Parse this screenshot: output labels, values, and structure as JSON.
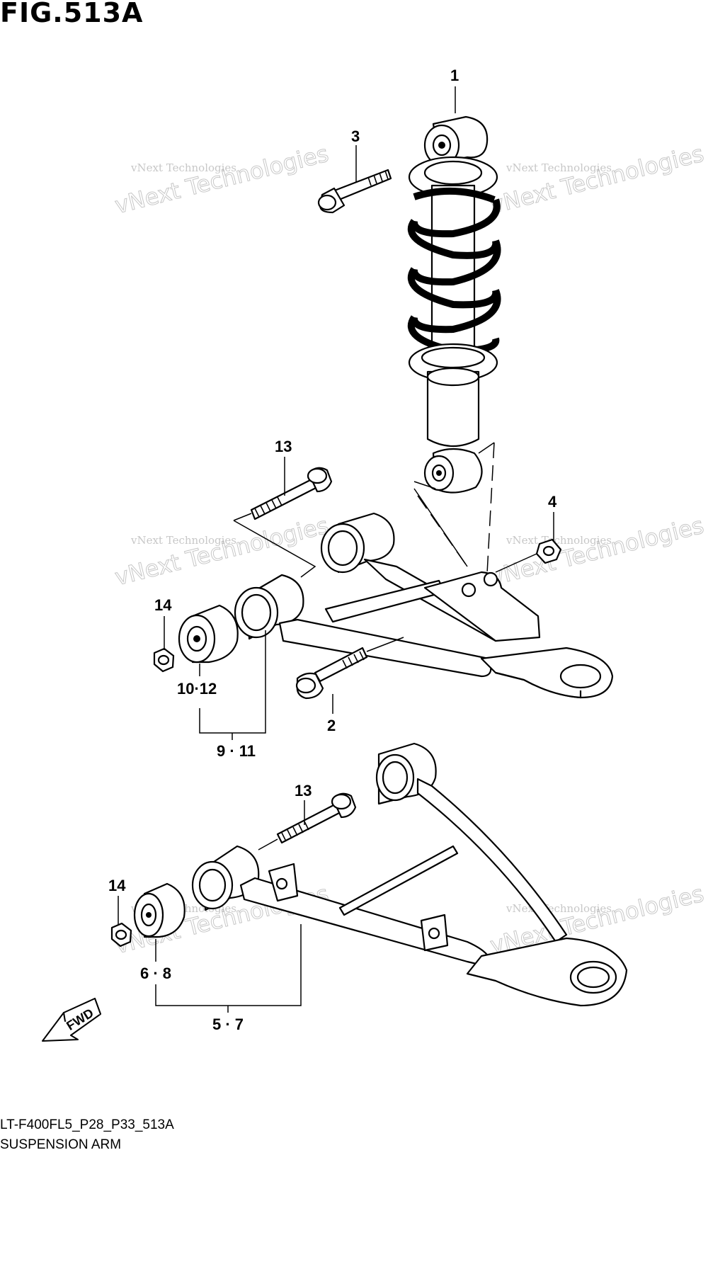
{
  "figure_title": "FIG.513A",
  "reference_code": "LT-F400FL5_P28_P33_513A",
  "section_name": "SUSPENSION ARM",
  "direction_label": "FWD",
  "watermark_line1": "vNext Technologies",
  "watermark_line2": "vNext Technologies",
  "callouts": {
    "c1": "1",
    "c2": "2",
    "c3": "3",
    "c4": "4",
    "c5_7": "5 · 7",
    "c6_8": "6 · 8",
    "c9_11": "9 · 11",
    "c10_12": "10·12",
    "c13_upper": "13",
    "c13_lower": "13",
    "c14_upper": "14",
    "c14_lower": "14"
  }
}
